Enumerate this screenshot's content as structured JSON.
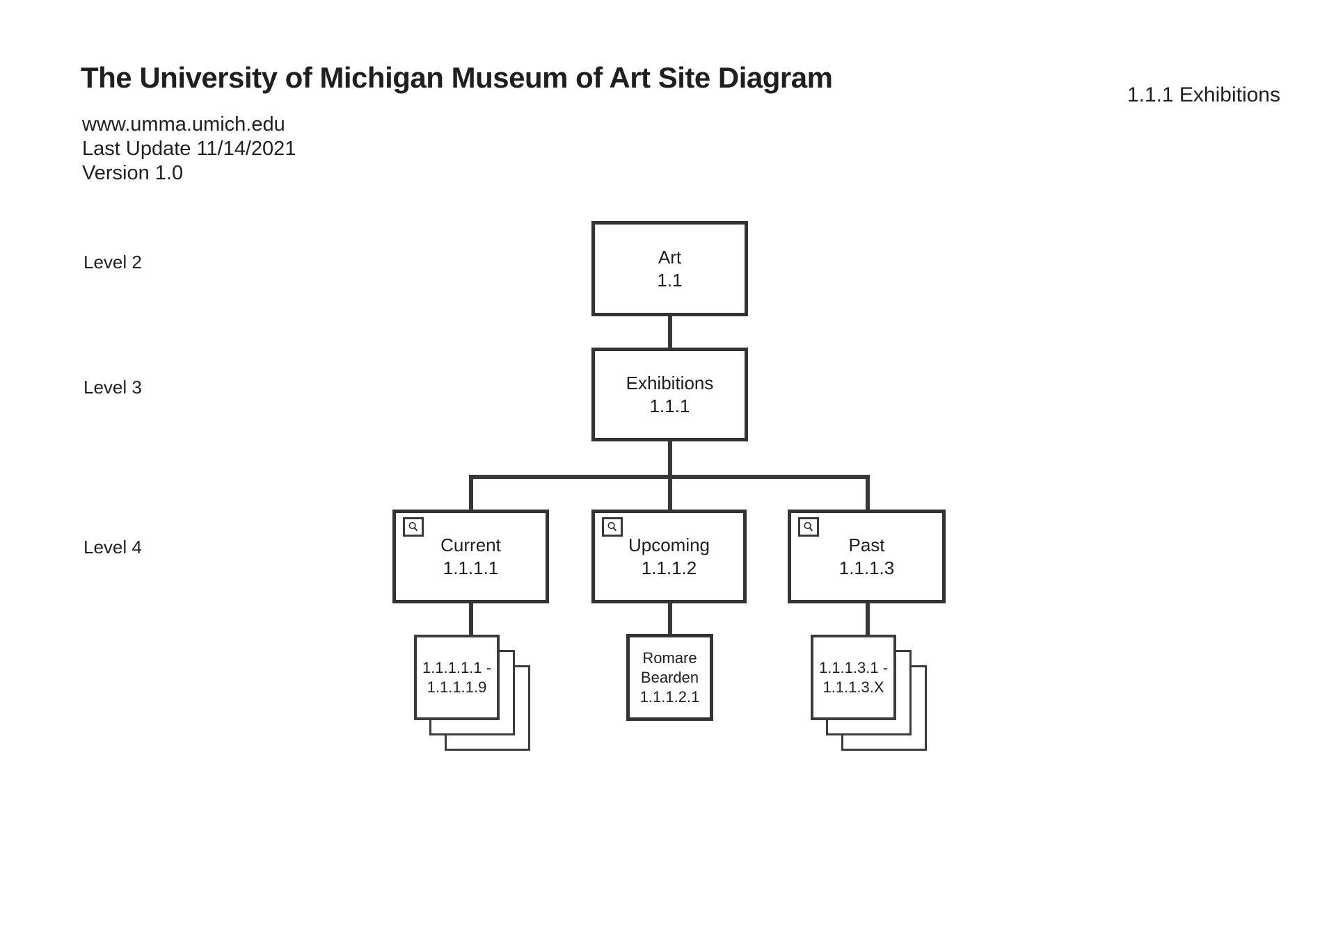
{
  "header": {
    "title": "The University of Michigan Museum of Art Site Diagram",
    "page_reference": "1.1.1 Exhibitions",
    "website_url": "www.umma.umich.edu",
    "last_update": "Last Update 11/14/2021",
    "version": "Version 1.0"
  },
  "level_labels": {
    "level2": "Level 2",
    "level3": "Level 3",
    "level4": "Level 4"
  },
  "nodes": {
    "art": {
      "title": "Art",
      "id": "1.1"
    },
    "exhibitions": {
      "title": "Exhibitions",
      "id": "1.1.1"
    },
    "current": {
      "title": "Current",
      "id": "1.1.1.1"
    },
    "upcoming": {
      "title": "Upcoming",
      "id": "1.1.1.2"
    },
    "past": {
      "title": "Past",
      "id": "1.1.1.3"
    }
  },
  "page_stacks": {
    "current_pages": {
      "line1": "1.1.1.1.1 -",
      "line2": "1.1.1.1.9"
    },
    "upcoming_page": {
      "line1": "Romare",
      "line2": "Bearden",
      "line3": "1.1.1.2.1"
    },
    "past_pages": {
      "line1": "1.1.1.3.1 -",
      "line2": "1.1.1.3.X"
    }
  },
  "icons": {
    "detail_zoom": "magnifier-icon"
  },
  "colors": {
    "line": "#383838",
    "border": "#333333",
    "text": "#1d1d1d",
    "background": "#ffffff"
  }
}
